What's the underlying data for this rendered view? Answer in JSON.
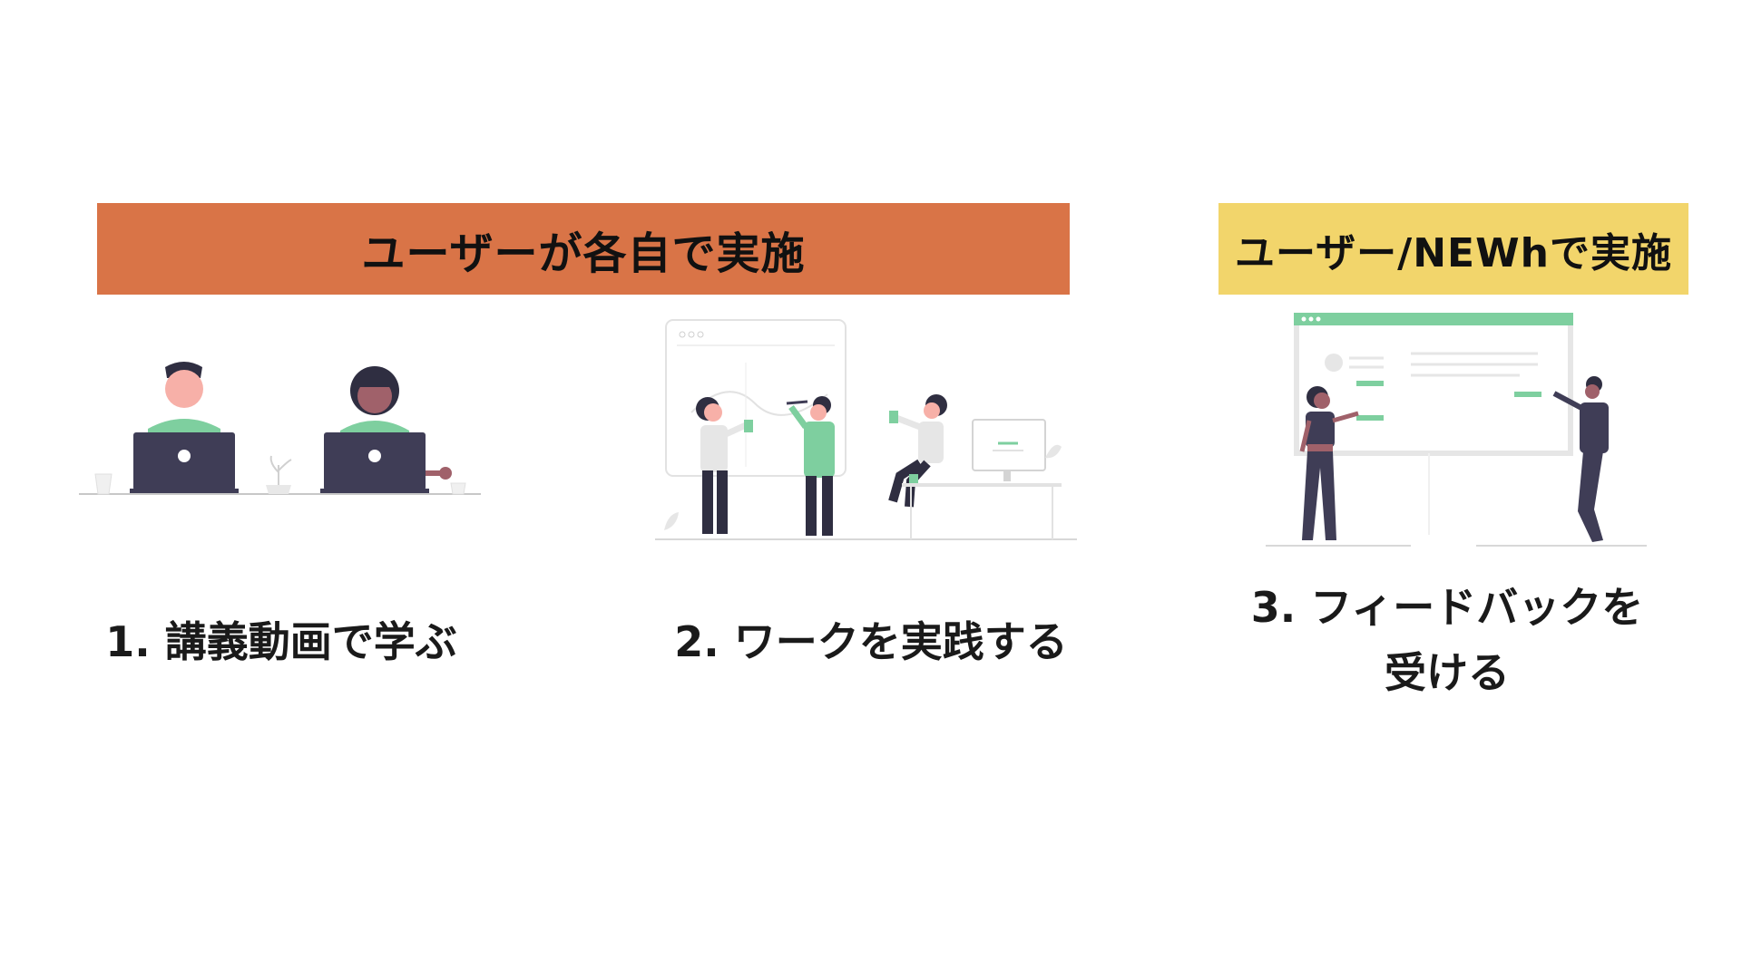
{
  "banners": {
    "user": {
      "label": "ユーザーが各自で実施",
      "color": "#d97447"
    },
    "shared": {
      "label": "ユーザー/NEWhで実施",
      "color": "#f2d56b"
    }
  },
  "steps": [
    {
      "label": "1. 講義動画で学ぶ"
    },
    {
      "label": "2. ワークを実践する"
    },
    {
      "label_line1": "3. フィードバックを",
      "label_line2": "受ける"
    }
  ],
  "illustrations": [
    {
      "icon": "people-with-laptops-illustration"
    },
    {
      "icon": "team-working-on-board-illustration"
    },
    {
      "icon": "feedback-presentation-illustration"
    }
  ],
  "colors": {
    "accent_green": "#7ecf9f",
    "dark_figure": "#3f3d56",
    "skin_light": "#f7b0a8",
    "skin_dark": "#a0616a",
    "line_gray": "#d8d8d8"
  }
}
